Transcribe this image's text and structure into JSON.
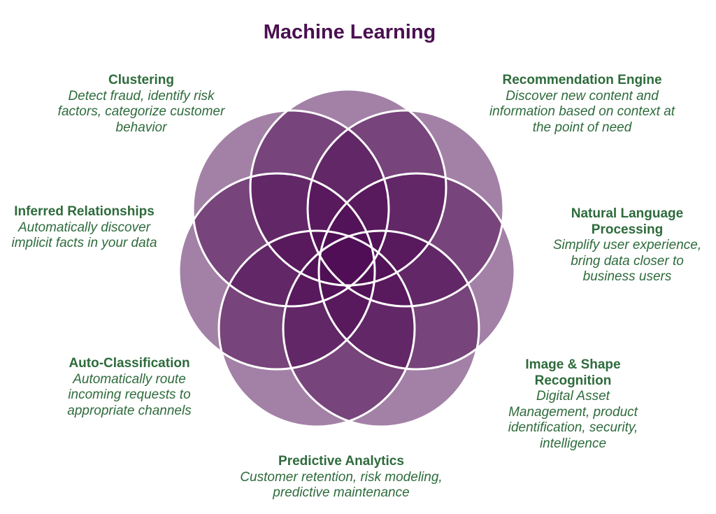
{
  "title": "Machine Learning",
  "colors": {
    "title": "#4a1050",
    "text": "#2e6b3c",
    "petal_fill": "#4e0e55",
    "petal_stroke": "#ffffff"
  },
  "segments": [
    {
      "heading": "Clustering",
      "description": "Detect fraud, identify risk factors, categorize customer behavior"
    },
    {
      "heading": "Recommendation Engine",
      "description": "Discover new content and information based on context at the point of need"
    },
    {
      "heading": "Natural Language Processing",
      "description": "Simplify user experience, bring data closer to business users"
    },
    {
      "heading": "Image & Shape Recognition",
      "description": "Digital Asset Management, product identification, security, intelligence"
    },
    {
      "heading": "Predictive Analytics",
      "description": "Customer retention, risk modeling, predictive maintenance"
    },
    {
      "heading": "Auto-Classification",
      "description": "Automatically route incoming requests to appropriate channels"
    },
    {
      "heading": "Inferred Relationships",
      "description": "Automatically discover implicit facts in your data"
    }
  ]
}
